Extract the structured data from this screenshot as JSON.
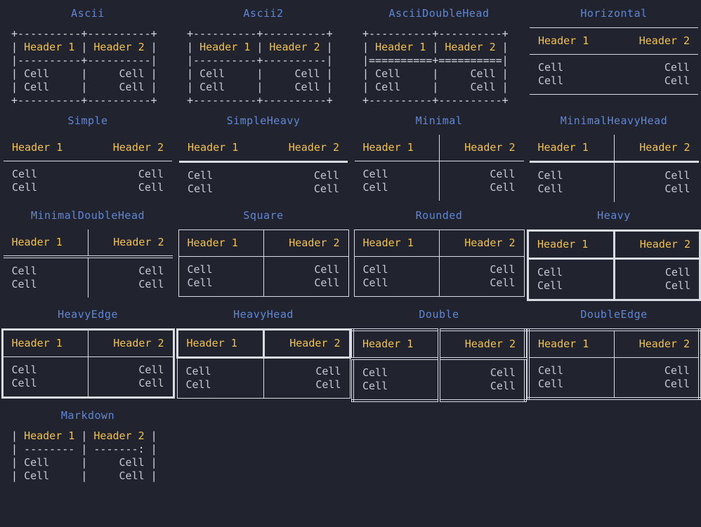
{
  "terminal": {
    "background": "#21242e",
    "title_color": "#5f87d7",
    "header_color": "#f2c14e",
    "cell_color": "#c5c9d3",
    "border_color": "#d8dbe2"
  },
  "labels": {
    "header1": "Header 1",
    "header2": "Header 2",
    "cell": "Cell"
  },
  "tables": [
    {
      "id": "ascii",
      "title": "Ascii",
      "render": "art",
      "art": [
        {
          "type": "border",
          "text": "+----------+----------+"
        },
        {
          "type": "header",
          "prefix": "| ",
          "h1": "Header 1",
          "mid": " | ",
          "h2": "Header 2",
          "suffix": " |"
        },
        {
          "type": "border",
          "text": "|----------+----------|"
        },
        {
          "type": "row",
          "prefix": "| ",
          "c1": "Cell    ",
          "mid": " | ",
          "c2": "    Cell",
          "suffix": " |"
        },
        {
          "type": "row",
          "prefix": "| ",
          "c1": "Cell    ",
          "mid": " | ",
          "c2": "    Cell",
          "suffix": " |"
        },
        {
          "type": "border",
          "text": "+----------+----------+"
        }
      ]
    },
    {
      "id": "ascii2",
      "title": "Ascii2",
      "render": "art",
      "art": [
        {
          "type": "border",
          "text": "+----------+----------+"
        },
        {
          "type": "header",
          "prefix": "| ",
          "h1": "Header 1",
          "mid": " | ",
          "h2": "Header 2",
          "suffix": " |"
        },
        {
          "type": "border",
          "text": "|----------+----------|"
        },
        {
          "type": "row",
          "prefix": "| ",
          "c1": "Cell    ",
          "mid": " | ",
          "c2": "    Cell",
          "suffix": " |"
        },
        {
          "type": "row",
          "prefix": "| ",
          "c1": "Cell    ",
          "mid": " | ",
          "c2": "    Cell",
          "suffix": " |"
        },
        {
          "type": "border",
          "text": "+----------+----------+"
        }
      ]
    },
    {
      "id": "asciidoublehead",
      "title": "AsciiDoubleHead",
      "render": "art",
      "art": [
        {
          "type": "border",
          "text": "+----------+----------+"
        },
        {
          "type": "header",
          "prefix": "| ",
          "h1": "Header 1",
          "mid": " | ",
          "h2": "Header 2",
          "suffix": " |"
        },
        {
          "type": "border",
          "text": "|==========+==========|"
        },
        {
          "type": "row",
          "prefix": "| ",
          "c1": "Cell    ",
          "mid": " | ",
          "c2": "    Cell",
          "suffix": " |"
        },
        {
          "type": "row",
          "prefix": "| ",
          "c1": "Cell    ",
          "mid": " | ",
          "c2": "    Cell",
          "suffix": " |"
        },
        {
          "type": "border",
          "text": "+----------+----------+"
        }
      ]
    },
    {
      "id": "horizontal",
      "title": "Horizontal",
      "render": "box",
      "style_class": "s-horizontal"
    },
    {
      "id": "simple",
      "title": "Simple",
      "render": "box",
      "style_class": "s-simple"
    },
    {
      "id": "simpleheavy",
      "title": "SimpleHeavy",
      "render": "box",
      "style_class": "s-simpleheavy"
    },
    {
      "id": "minimal",
      "title": "Minimal",
      "render": "box",
      "style_class": "s-minimal"
    },
    {
      "id": "minimalheavyhead",
      "title": "MinimalHeavyHead",
      "render": "box",
      "style_class": "s-minimalheavyhead"
    },
    {
      "id": "minimaldoublehead",
      "title": "MinimalDoubleHead",
      "render": "box",
      "style_class": "s-minimaldoublehead"
    },
    {
      "id": "square",
      "title": "Square",
      "render": "box",
      "style_class": "s-square"
    },
    {
      "id": "rounded",
      "title": "Rounded",
      "render": "box",
      "style_class": "s-rounded"
    },
    {
      "id": "heavy",
      "title": "Heavy",
      "render": "box",
      "style_class": "s-heavy"
    },
    {
      "id": "heavyedge",
      "title": "HeavyEdge",
      "render": "box",
      "style_class": "s-heavyedge"
    },
    {
      "id": "heavyhead",
      "title": "HeavyHead",
      "render": "box",
      "style_class": "s-heavyhead"
    },
    {
      "id": "double",
      "title": "Double",
      "render": "box",
      "style_class": "s-double"
    },
    {
      "id": "doubleedge",
      "title": "DoubleEdge",
      "render": "box",
      "style_class": "s-doubleedge"
    },
    {
      "id": "markdown",
      "title": "Markdown",
      "render": "art",
      "art": [
        {
          "type": "header",
          "prefix": "| ",
          "h1": "Header 1",
          "mid": " | ",
          "h2": "Header 2",
          "suffix": " |"
        },
        {
          "type": "border",
          "text": "| -------- | -------: |"
        },
        {
          "type": "row",
          "prefix": "| ",
          "c1": "Cell    ",
          "mid": " | ",
          "c2": "    Cell",
          "suffix": " |"
        },
        {
          "type": "row",
          "prefix": "| ",
          "c1": "Cell    ",
          "mid": " | ",
          "c2": "    Cell",
          "suffix": " |"
        }
      ]
    }
  ]
}
